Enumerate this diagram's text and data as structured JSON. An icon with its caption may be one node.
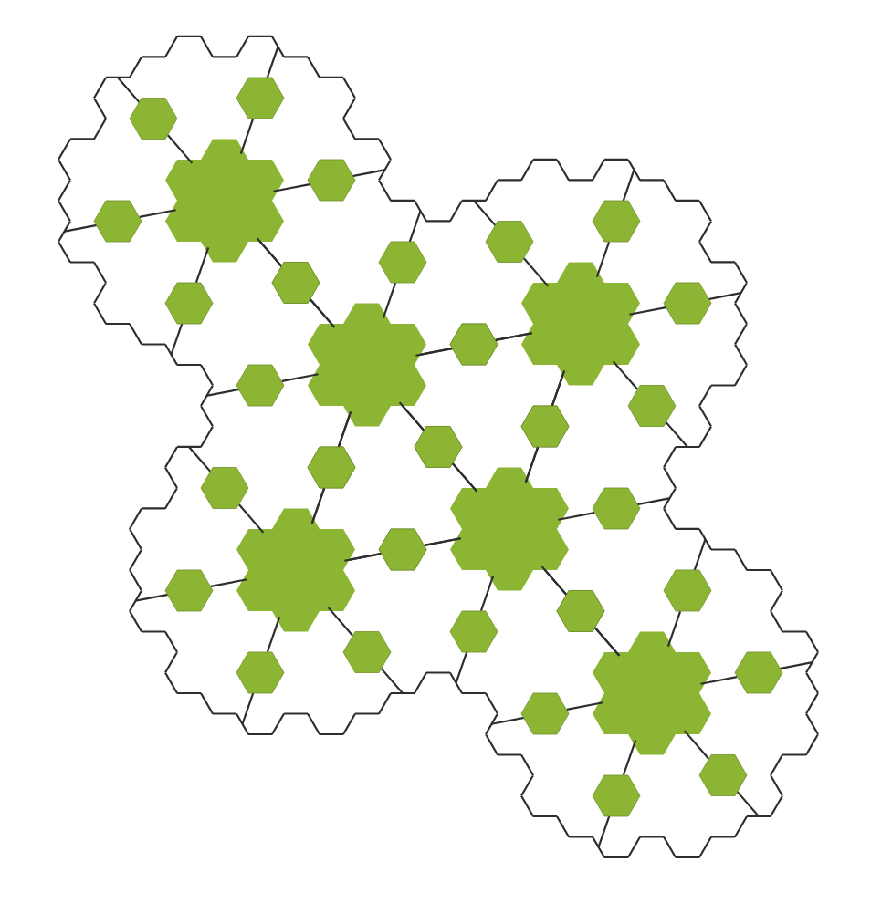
{
  "diagram": {
    "nodes": [
      {
        "text": [],
        "shape": "flower"
      },
      {
        "text": [],
        "shape": "hexagon"
      },
      {
        "text": [],
        "shape": "hexagon"
      },
      {
        "text": [],
        "shape": "hexagon"
      },
      {
        "text": [],
        "shape": "hexagon"
      },
      {
        "text": [],
        "shape": "hexagon"
      },
      {
        "text": [],
        "shape": "hexagon"
      },
      {
        "text": [],
        "shape": "flower"
      },
      {
        "text": [],
        "shape": "hexagon"
      },
      {
        "text": [],
        "shape": "hexagon"
      },
      {
        "text": [],
        "shape": "hexagon"
      },
      {
        "text": [],
        "shape": "hexagon"
      },
      {
        "text": [],
        "shape": "hexagon"
      },
      {
        "text": [],
        "shape": "hexagon"
      },
      {
        "text": [],
        "shape": "flower"
      },
      {
        "text": [],
        "shape": "hexagon"
      },
      {
        "text": [],
        "shape": "hexagon"
      },
      {
        "text": [],
        "shape": "hexagon"
      },
      {
        "text": [],
        "shape": "hexagon"
      },
      {
        "text": [],
        "shape": "hexagon"
      },
      {
        "text": [],
        "shape": "hexagon"
      },
      {
        "text": [],
        "shape": "flower"
      },
      {
        "text": [],
        "shape": "hexagon"
      },
      {
        "text": [],
        "shape": "hexagon"
      },
      {
        "text": [],
        "shape": "hexagon"
      },
      {
        "text": [],
        "shape": "hexagon"
      },
      {
        "text": [],
        "shape": "hexagon"
      },
      {
        "text": [],
        "shape": "hexagon"
      },
      {
        "text": [],
        "shape": "flower"
      },
      {
        "text": [],
        "shape": "hexagon"
      },
      {
        "text": [],
        "shape": "hexagon"
      },
      {
        "text": [],
        "shape": "hexagon"
      },
      {
        "text": [],
        "shape": "hexagon"
      },
      {
        "text": [],
        "shape": "hexagon"
      },
      {
        "text": [],
        "shape": "hexagon"
      },
      {
        "text": [],
        "shape": "flower"
      },
      {
        "text": [],
        "shape": "hexagon"
      },
      {
        "text": [],
        "shape": "hexagon"
      },
      {
        "text": [],
        "shape": "hexagon"
      },
      {
        "text": [],
        "shape": "hexagon"
      },
      {
        "text": [],
        "shape": "hexagon"
      },
      {
        "text": [],
        "shape": "hexagon"
      }
    ],
    "edges": [
      {
        "from": 1,
        "to": 0,
        "arrow": "none"
      },
      {
        "from": 2,
        "to": 0,
        "arrow": "none"
      },
      {
        "from": 3,
        "to": 0,
        "arrow": "none"
      },
      {
        "from": 4,
        "to": 0,
        "arrow": "none"
      },
      {
        "from": 5,
        "to": 0,
        "arrow": "none"
      },
      {
        "from": 6,
        "to": 0,
        "arrow": "none"
      },
      {
        "from": 8,
        "to": 7,
        "arrow": "none"
      },
      {
        "from": 9,
        "to": 7,
        "arrow": "none"
      },
      {
        "from": 10,
        "to": 7,
        "arrow": "none"
      },
      {
        "from": 11,
        "to": 7,
        "arrow": "none"
      },
      {
        "from": 12,
        "to": 7,
        "arrow": "none"
      },
      {
        "from": 13,
        "to": 7,
        "arrow": "none"
      },
      {
        "from": 15,
        "to": 14,
        "arrow": "none"
      },
      {
        "from": 16,
        "to": 14,
        "arrow": "none"
      },
      {
        "from": 17,
        "to": 14,
        "arrow": "none"
      },
      {
        "from": 18,
        "to": 14,
        "arrow": "none"
      },
      {
        "from": 19,
        "to": 14,
        "arrow": "none"
      },
      {
        "from": 20,
        "to": 14,
        "arrow": "none"
      },
      {
        "from": 22,
        "to": 21,
        "arrow": "none"
      },
      {
        "from": 23,
        "to": 21,
        "arrow": "none"
      },
      {
        "from": 24,
        "to": 21,
        "arrow": "none"
      },
      {
        "from": 25,
        "to": 21,
        "arrow": "none"
      },
      {
        "from": 26,
        "to": 21,
        "arrow": "none"
      },
      {
        "from": 27,
        "to": 21,
        "arrow": "none"
      },
      {
        "from": 29,
        "to": 28,
        "arrow": "none"
      },
      {
        "from": 30,
        "to": 28,
        "arrow": "none"
      },
      {
        "from": 31,
        "to": 28,
        "arrow": "none"
      },
      {
        "from": 32,
        "to": 28,
        "arrow": "none"
      },
      {
        "from": 33,
        "to": 28,
        "arrow": "none"
      },
      {
        "from": 34,
        "to": 28,
        "arrow": "none"
      },
      {
        "from": 36,
        "to": 35,
        "arrow": "none"
      },
      {
        "from": 37,
        "to": 35,
        "arrow": "none"
      },
      {
        "from": 38,
        "to": 35,
        "arrow": "none"
      },
      {
        "from": 39,
        "to": 35,
        "arrow": "none"
      },
      {
        "from": 40,
        "to": 35,
        "arrow": "none"
      },
      {
        "from": 41,
        "to": 35,
        "arrow": "none"
      },
      {
        "from": 6,
        "to": 7,
        "arrow": "none"
      },
      {
        "from": 8,
        "to": 14,
        "arrow": "none"
      },
      {
        "from": 12,
        "to": 21,
        "arrow": "none"
      },
      {
        "from": 13,
        "to": 28,
        "arrow": "none"
      },
      {
        "from": 19,
        "to": 28,
        "arrow": "none"
      },
      {
        "from": 22,
        "to": 28,
        "arrow": "none"
      },
      {
        "from": 34,
        "to": 35,
        "arrow": "none"
      }
    ]
  }
}
